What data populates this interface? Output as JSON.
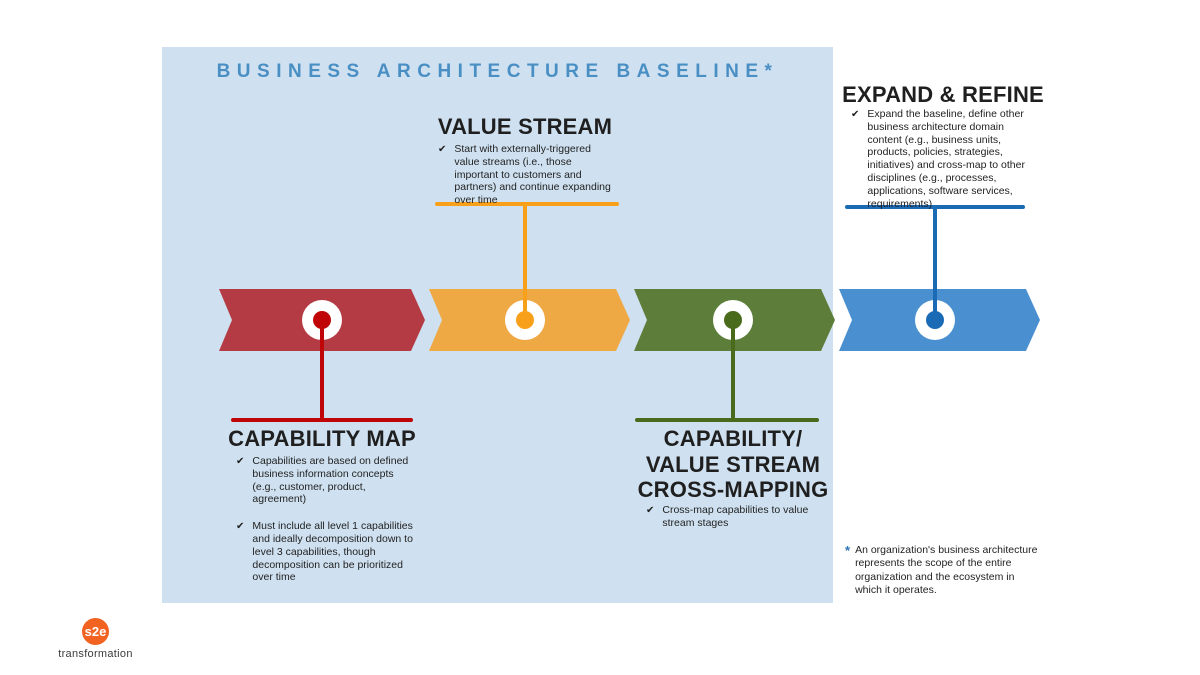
{
  "title": "BUSINESS ARCHITECTURE BASELINE*",
  "bullet_icon": "✔",
  "colors": {
    "panel_background": "#cfe1f0",
    "title_text": "#4a8fc4",
    "footnote_marker": "#2e75b6"
  },
  "stages": [
    {
      "name": "CAPABILITY MAP",
      "chevron_color": "#b43b44",
      "accent_color": "#c00508",
      "bullets": [
        "Capabilities are based on defined business information concepts (e.g., customer, product, agreement)",
        "Must include all level 1 capabilities and ideally decomposition down to level 3 capabilities, though decomposition can be prioritized over time"
      ]
    },
    {
      "name": "VALUE STREAM",
      "chevron_color": "#eea844",
      "accent_color": "#f9a01b",
      "bullets": [
        "Start with externally-triggered value streams (i.e., those important to customers and partners) and continue expanding over time"
      ]
    },
    {
      "name": "CAPABILITY/\nVALUE STREAM\nCROSS-MAPPING",
      "chevron_color": "#5c7e3a",
      "accent_color": "#4a6b1b",
      "bullets": [
        "Cross-map capabilities to value stream stages"
      ]
    },
    {
      "name": "EXPAND & REFINE",
      "chevron_color": "#4a90d0",
      "accent_color": "#1a6ab5",
      "bullets": [
        "Expand the baseline, define other business architecture domain content (e.g., business units, products, policies, strategies, initiatives) and cross-map to other disciplines (e.g., processes, applications, software services, requirements)"
      ]
    }
  ],
  "footnote": {
    "marker": "*",
    "text": "An organization's business architecture represents the scope of the entire organization and the ecosystem in which it operates."
  },
  "logo": {
    "mark": "s2e",
    "subtitle": "transformation",
    "color": "#f26322"
  }
}
